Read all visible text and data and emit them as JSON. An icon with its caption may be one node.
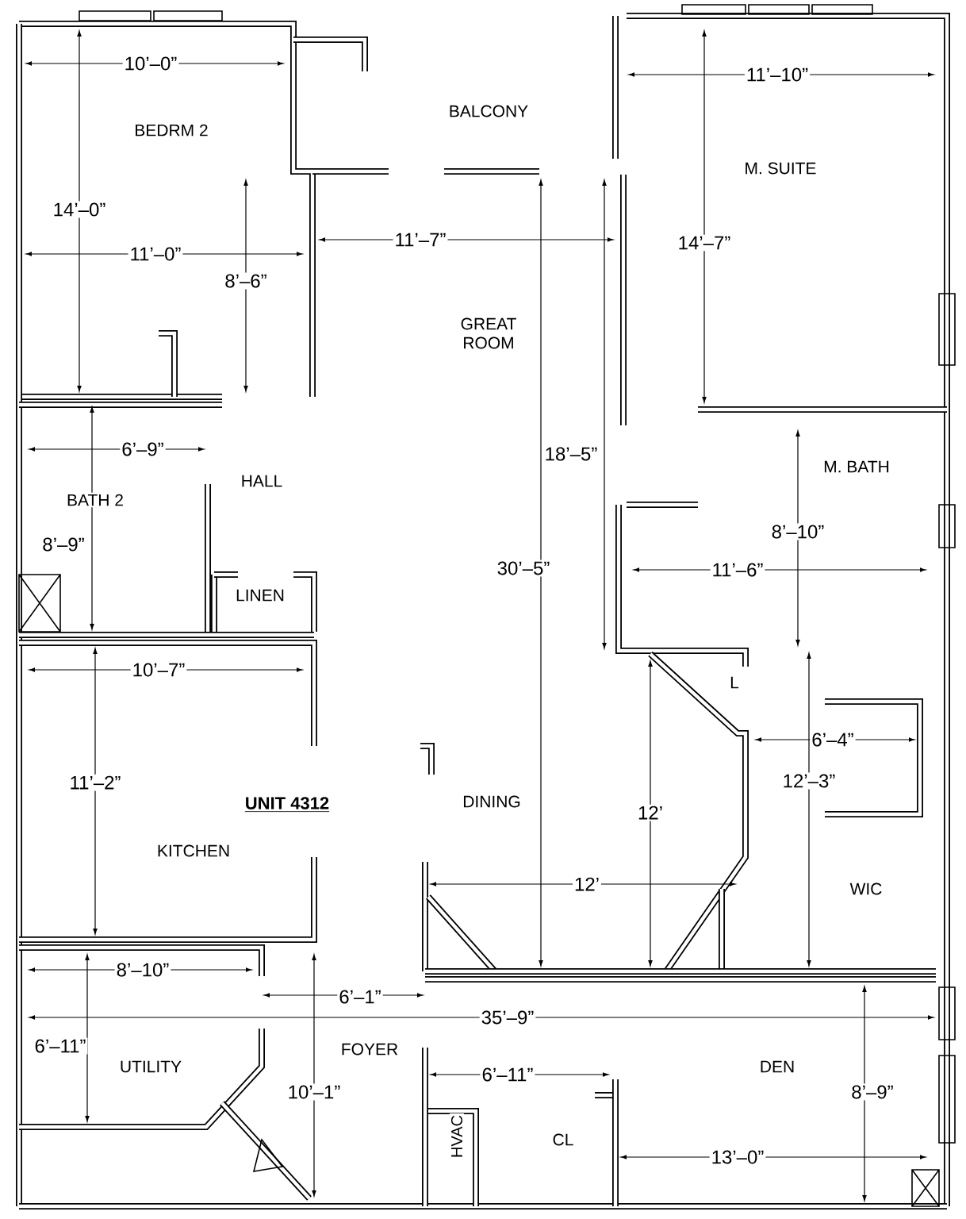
{
  "diagram": {
    "labels": [
      "10’–0”",
      "BALCONY",
      "11’–10”",
      "BEDRM 2",
      "M. SUITE",
      "14’–0”",
      "11’–0”",
      "11’–7”",
      "14’–7”",
      "8’–6”",
      "GREAT ROOM",
      "18’–5”",
      "M. BATH",
      "6’–9”",
      "HALL",
      "BATH 2",
      "8’–9”",
      "8’–10”",
      "30’–5”",
      "11’–6”",
      "LINEN",
      "L",
      "10’–7”",
      "6’–4”",
      "12’–3”",
      "11’–2”",
      "UNIT 4312",
      "DINING",
      "12’",
      "KITCHEN",
      "WIC",
      "12’",
      "8’–10”",
      "6’–1”",
      "35’–9”",
      "6’–11”",
      "UTILITY",
      "FOYER",
      "DEN",
      "8’–9”",
      "6’–11”",
      "10’–1”",
      "CL",
      "13’–0”",
      "HVAC"
    ]
  }
}
